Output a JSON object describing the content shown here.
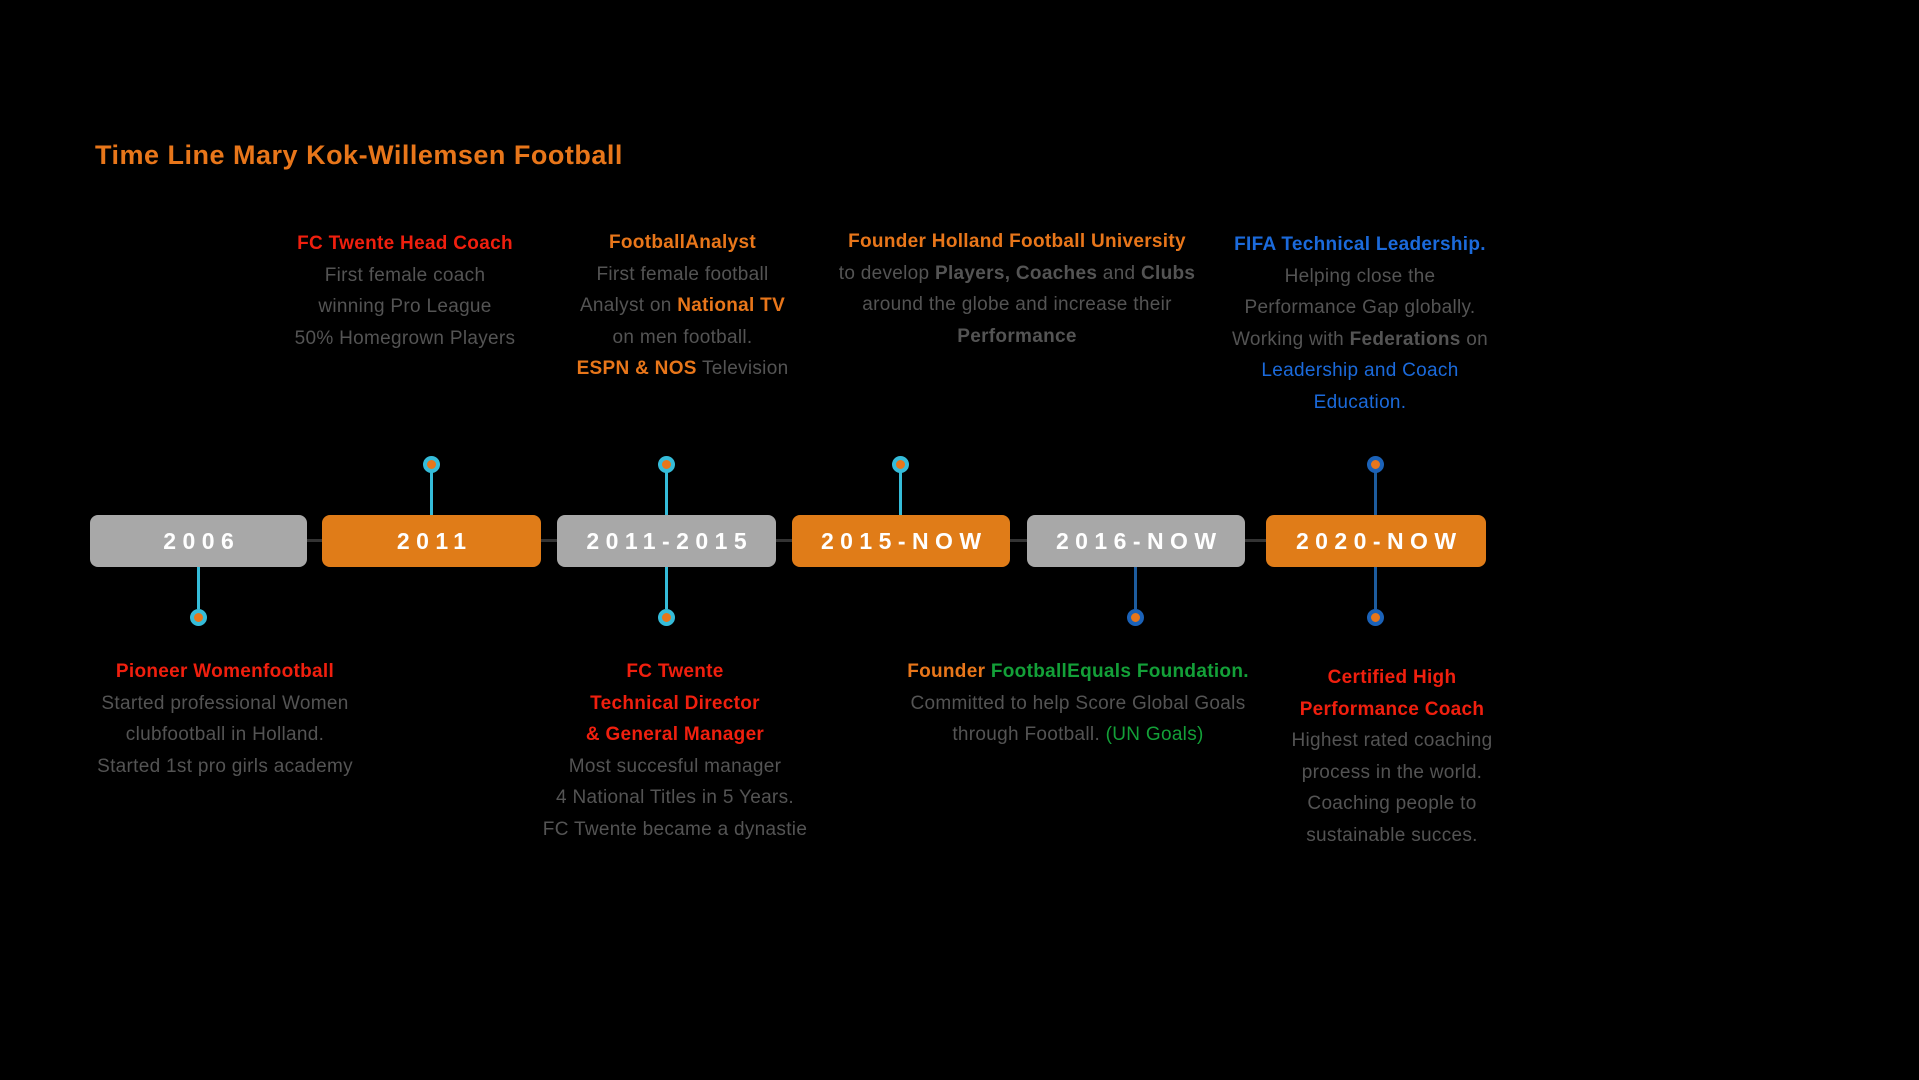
{
  "title": "Time Line Mary Kok-Willemsen Football",
  "colors": {
    "background": "#000000",
    "title_orange": "#E8761A",
    "box_gray": "#A8A8A8",
    "box_orange": "#E07C18",
    "box_text": "#FFFFFF",
    "body_gray": "#545454",
    "accent_red": "#F01F0E",
    "accent_orange": "#E8761A",
    "accent_blue": "#1B6ADB",
    "accent_green": "#13A038",
    "connector_cyan": "#35BCD9",
    "connector_blue": "#1B62B8"
  },
  "timeline": {
    "periods": [
      {
        "label": "2006",
        "variant": "gray"
      },
      {
        "label": "2011",
        "variant": "orange"
      },
      {
        "label": "2011-2015",
        "variant": "gray"
      },
      {
        "label": "2015-NOW",
        "variant": "orange"
      },
      {
        "label": "2016-NOW",
        "variant": "gray"
      },
      {
        "label": "2020-NOW",
        "variant": "orange"
      }
    ]
  },
  "events": {
    "above_2011": {
      "lines": [
        [
          {
            "t": "FC Twente Head Coach",
            "c": "red",
            "b": true
          }
        ],
        [
          {
            "t": "First female coach",
            "c": "gray"
          }
        ],
        [
          {
            "t": "winning Pro League",
            "c": "gray"
          }
        ],
        [
          {
            "t": "50% Homegrown Players",
            "c": "gray"
          }
        ]
      ]
    },
    "above_2011_2015": {
      "lines": [
        [
          {
            "t": "FootballAnalyst",
            "c": "orange",
            "b": true
          }
        ],
        [
          {
            "t": "First female football",
            "c": "gray"
          }
        ],
        [
          {
            "t": "Analyst on ",
            "c": "gray"
          },
          {
            "t": "National TV",
            "c": "orange",
            "b": true
          }
        ],
        [
          {
            "t": "on men football.",
            "c": "gray"
          }
        ],
        [
          {
            "t": "ESPN & NOS",
            "c": "orange",
            "b": true
          },
          {
            "t": " Television",
            "c": "gray"
          }
        ]
      ]
    },
    "above_2015_now": {
      "lines": [
        [
          {
            "t": "Founder Holland Football University",
            "c": "orange",
            "b": true
          }
        ],
        [
          {
            "t": "to develop ",
            "c": "gray"
          },
          {
            "t": "Players,",
            "c": "gray",
            "b": true
          },
          {
            "t": " ",
            "c": "gray"
          },
          {
            "t": "Coaches",
            "c": "gray",
            "b": true
          },
          {
            "t": " and ",
            "c": "gray"
          },
          {
            "t": "Clubs",
            "c": "gray",
            "b": true
          }
        ],
        [
          {
            "t": "around the globe and increase their",
            "c": "gray"
          }
        ],
        [
          {
            "t": "Performance",
            "c": "gray",
            "b": true
          }
        ]
      ]
    },
    "above_2020_now": {
      "lines": [
        [
          {
            "t": "FIFA Technical Leadership.",
            "c": "blue",
            "b": true
          }
        ],
        [
          {
            "t": "Helping close the",
            "c": "gray"
          }
        ],
        [
          {
            "t": "Performance Gap globally.",
            "c": "gray"
          }
        ],
        [
          {
            "t": "Working with ",
            "c": "gray"
          },
          {
            "t": "Federations",
            "c": "gray",
            "b": true
          },
          {
            "t": " on",
            "c": "gray"
          }
        ],
        [
          {
            "t": "Leadership and Coach",
            "c": "blue"
          }
        ],
        [
          {
            "t": "Education.",
            "c": "blue"
          }
        ]
      ]
    },
    "below_2006": {
      "lines": [
        [
          {
            "t": "Pioneer Womenfootball",
            "c": "red",
            "b": true
          }
        ],
        [
          {
            "t": "Started professional  Women",
            "c": "gray"
          }
        ],
        [
          {
            "t": "clubfootball in Holland.",
            "c": "gray"
          }
        ],
        [
          {
            "t": "Started 1st pro girls academy",
            "c": "gray"
          }
        ]
      ]
    },
    "below_2011_2015": {
      "lines": [
        [
          {
            "t": "FC Twente",
            "c": "red",
            "b": true
          }
        ],
        [
          {
            "t": "Technical Director",
            "c": "red",
            "b": true
          }
        ],
        [
          {
            "t": "& General Manager",
            "c": "red",
            "b": true
          }
        ],
        [
          {
            "t": "Most succesful manager",
            "c": "gray"
          }
        ],
        [
          {
            "t": "4 National Titles in 5 Years.",
            "c": "gray"
          }
        ],
        [
          {
            "t": "FC Twente became a dynastie",
            "c": "gray"
          }
        ]
      ]
    },
    "below_2016_now": {
      "lines": [
        [
          {
            "t": "Founder ",
            "c": "orange",
            "b": true
          },
          {
            "t": "FootballEquals ",
            "c": "green",
            "b": true
          },
          {
            "t": "Foundation.",
            "c": "green",
            "b": true
          }
        ],
        [
          {
            "t": "Committed to help Score Global Goals",
            "c": "gray"
          }
        ],
        [
          {
            "t": "through Football. ",
            "c": "gray"
          },
          {
            "t": "(UN Goals)",
            "c": "green"
          }
        ]
      ]
    },
    "below_2020_now": {
      "lines": [
        [
          {
            "t": "Certified High",
            "c": "red",
            "b": true
          }
        ],
        [
          {
            "t": "Performance Coach",
            "c": "red",
            "b": true
          }
        ],
        [
          {
            "t": "Highest rated coaching",
            "c": "gray"
          }
        ],
        [
          {
            "t": "process in the world.",
            "c": "gray"
          }
        ],
        [
          {
            "t": "Coaching people to",
            "c": "gray"
          }
        ],
        [
          {
            "t": "sustainable succes.",
            "c": "gray"
          }
        ]
      ]
    }
  }
}
